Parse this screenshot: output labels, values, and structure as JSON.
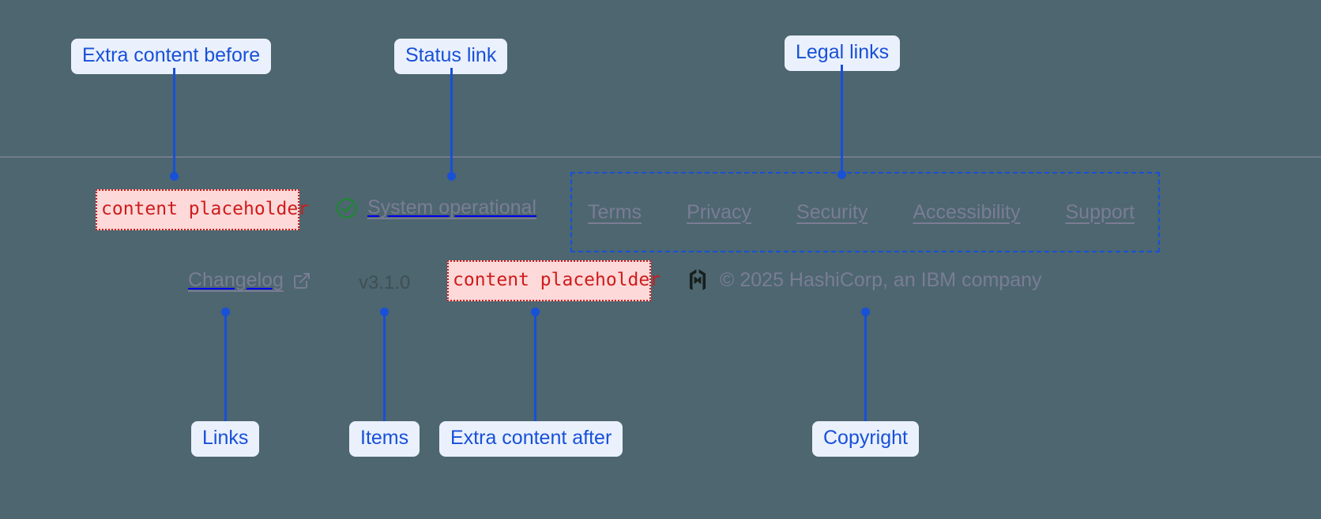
{
  "theme": {
    "background": "#4d6670",
    "annotation_accent": "#1850d8",
    "annotation_chip_bg": "#eaf1fd",
    "placeholder_text": "#d01b1b",
    "placeholder_bg": "#fdd9d9",
    "muted_text": "#7a7d94",
    "status_ok": "#1a8a2e"
  },
  "annotations": {
    "extra_before": "Extra content before",
    "status_link": "Status link",
    "legal_links": "Legal links",
    "links": "Links",
    "items": "Items",
    "extra_after": "Extra content after",
    "copyright": "Copyright"
  },
  "footer": {
    "extra_content_before": "content placeholder",
    "extra_content_after": "content placeholder",
    "status": {
      "icon": "check-circle-icon",
      "label": "System operational"
    },
    "legal": {
      "links": [
        {
          "label": "Terms"
        },
        {
          "label": "Privacy"
        },
        {
          "label": "Security"
        },
        {
          "label": "Accessibility"
        },
        {
          "label": "Support"
        }
      ]
    },
    "changelog": {
      "label": "Changelog",
      "icon": "external-link-icon"
    },
    "version": "v3.1.0",
    "copyright": {
      "logo": "hashicorp-logo",
      "text": "© 2025 HashiCorp, an IBM company"
    }
  }
}
